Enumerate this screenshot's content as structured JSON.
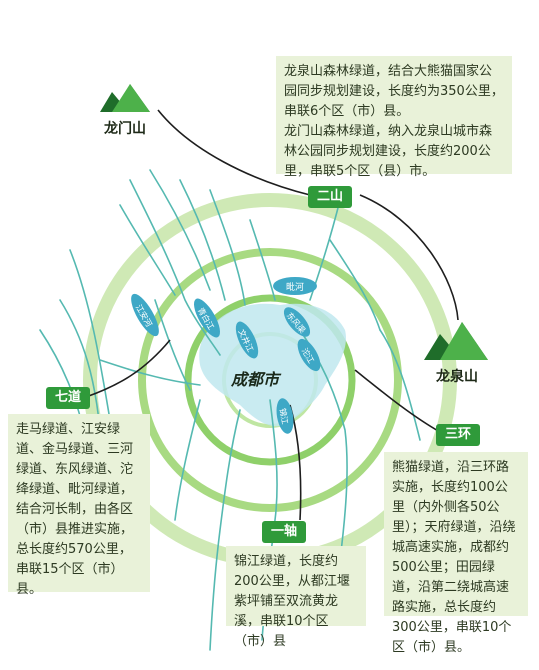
{
  "mountains": {
    "longmen": "龙门山",
    "longquan": "龙泉山"
  },
  "city": "成都市",
  "rivers": {
    "pi": "毗河",
    "dongfeng": "东风渠",
    "tuo": "沱江",
    "qingbai": "青白江",
    "wen": "文井江",
    "jiang": "江安河",
    "jinjiang": "锦江"
  },
  "tags": {
    "two_mountains": "二山",
    "seven_ways": "七道",
    "three_rings": "三环",
    "one_axis": "一轴"
  },
  "texts": {
    "two_mountains_1": "龙泉山森林绿道，结合大熊猫国家公园同步规划建设，长度约为350公里，串联6个区（市）县。",
    "two_mountains_2": "龙门山森林绿道，纳入龙泉山城市森林公园同步规划建设，长度约200公里，串联5个区（县）市。",
    "seven_ways": "走马绿道、江安绿道、金马绿道、三河绿道、东风绿道、沱绛绿道、毗河绿道，结合河长制，由各区（市）县推进实施，总长度约570公里，串联15个区（市）县。",
    "three_rings": "熊猫绿道，沿三环路实施，长度约100公里（内外侧各50公里）；天府绿道，沿绕城高速实施，成都约500公里；田园绿道，沿第二绕城高速路实施，总长度约300公里，串联10个区（市）县。",
    "one_axis": "锦江绿道，长度约200公里，从都江堰紫坪铺至双流黄龙溪，串联10个区（市）县"
  },
  "colors": {
    "ring": "#9fd67a",
    "river": "#4fb6b0",
    "tag": "#2f9a3a",
    "box": "#e9f2d9",
    "river_label_bg": "#3fa6c8",
    "city_area": "#8fd0e0"
  }
}
